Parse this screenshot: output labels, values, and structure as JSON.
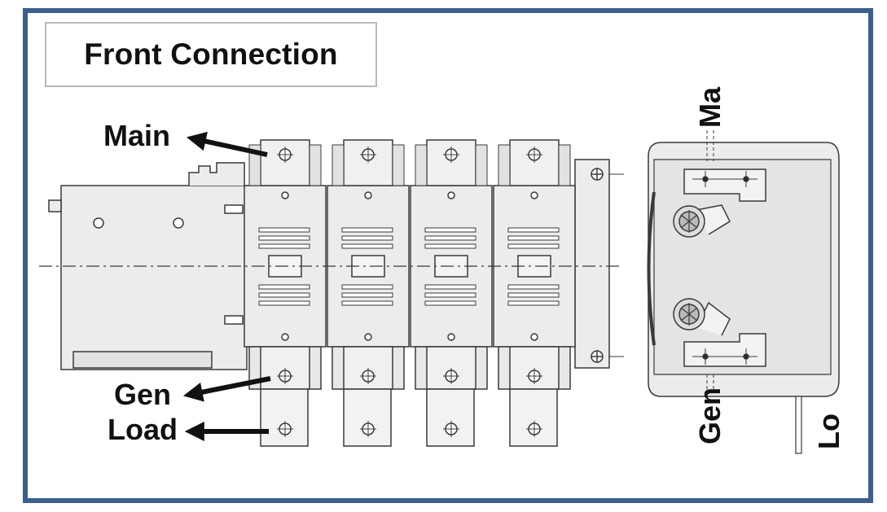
{
  "title": "Front Connection",
  "labels": {
    "front": {
      "main": "Main",
      "gen": "Gen",
      "load": "Load"
    },
    "side": {
      "main": "Ma",
      "gen": "Gen",
      "load": "Lo"
    }
  },
  "colors": {
    "frame_border": "#3d5f8c",
    "title_border": "#b8b8b8",
    "outline": "#3a3a3a",
    "fill": "#e9e9e9"
  },
  "icons": {
    "arrow": "left-arrow-icon",
    "terminal": "crosshair-circle-icon"
  }
}
